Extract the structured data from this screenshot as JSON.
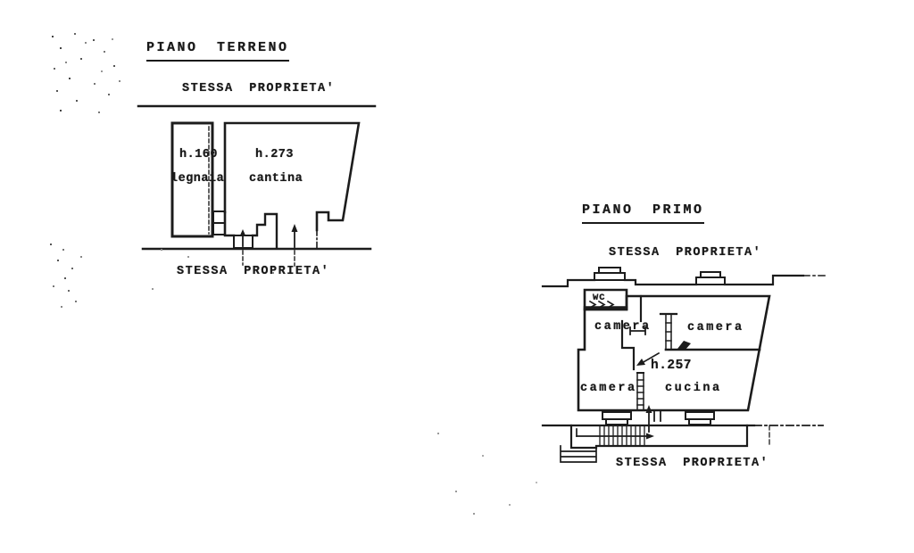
{
  "document": {
    "kind_labels": {
      "ground_floor_title": "PIANO TERRENO",
      "first_floor_title": "PIANO PRIMO"
    }
  },
  "ground_floor": {
    "title": "PIANO TERRENO",
    "property_label_top": "STESSA PROPRIETA'",
    "property_label_bottom": "STESSA PROPRIETA'",
    "rooms": {
      "legnaia": {
        "height_label": "h.160",
        "name": "legnaia"
      },
      "cantina": {
        "height_label": "h.273",
        "name": "cantina"
      }
    }
  },
  "first_floor": {
    "title": "PIANO PRIMO",
    "property_label_top": "STESSA PROPRIETA'",
    "property_label_bottom": "STESSA PROPRIETA'",
    "rooms": {
      "wc": {
        "name": "WC"
      },
      "camera_top_left": {
        "name": "camera"
      },
      "camera_top_right": {
        "name": "camera"
      },
      "camera_bottom_left": {
        "name": "camera"
      },
      "cucina": {
        "name": "cucina"
      },
      "height_label": "h.257"
    }
  },
  "colors": {
    "ink": "#1a1a1a",
    "paper": "#ffffff"
  }
}
